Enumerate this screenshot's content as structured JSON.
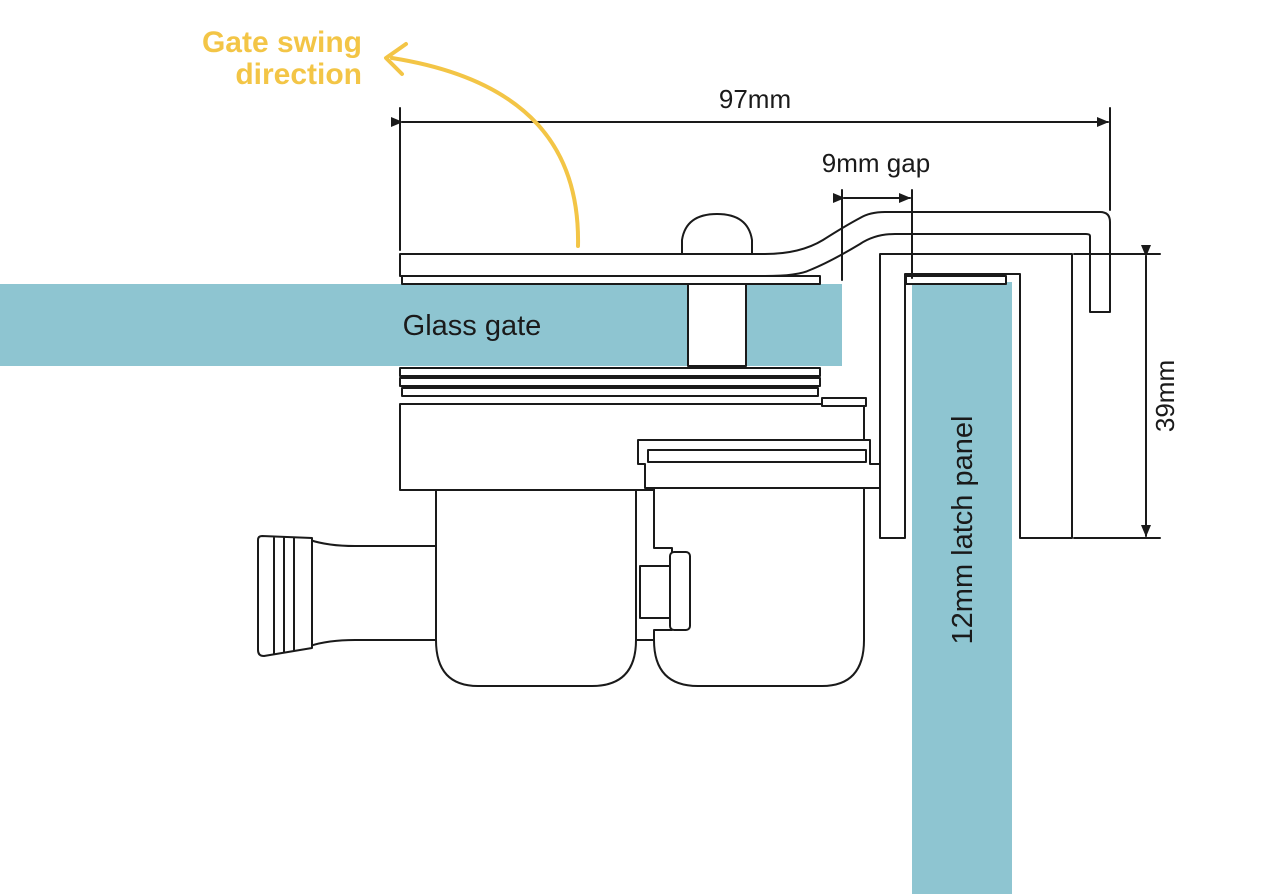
{
  "diagram": {
    "swing_label_line1": "Gate swing",
    "swing_label_line2": "direction",
    "width_dim": "97mm",
    "gap_dim": "9mm gap",
    "height_dim": "39mm",
    "glass_gate_label": "Glass gate",
    "latch_panel_label": "12mm latch panel"
  },
  "colors": {
    "glass": "#8ec5d1",
    "accent": "#f3c546",
    "line": "#1a1a1a"
  }
}
